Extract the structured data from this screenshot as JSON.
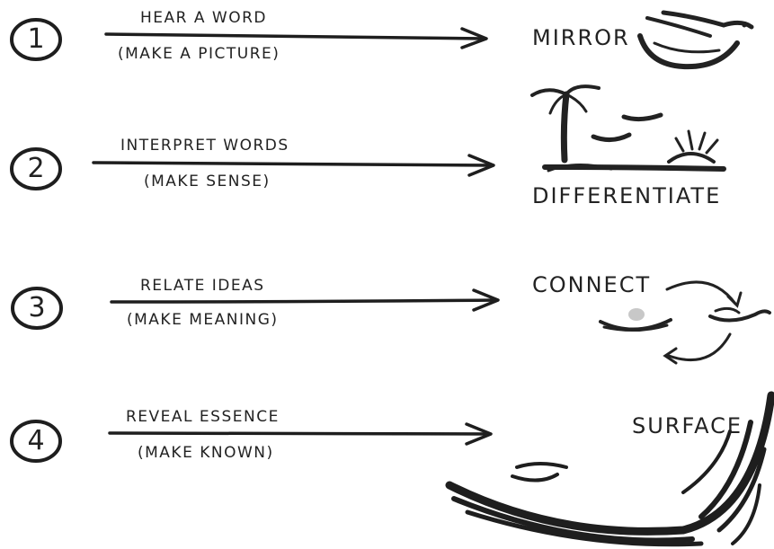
{
  "steps": [
    {
      "number": "1",
      "action": "HEAR A WORD",
      "sub": "(MAKE A PICTURE)",
      "outcome": "MIRROR",
      "icon": "bird-icon"
    },
    {
      "number": "2",
      "action": "INTERPRET WORDS",
      "sub": "(MAKE SENSE)",
      "outcome": "DIFFERENTIATE",
      "icon": "landscape-icon"
    },
    {
      "number": "3",
      "action": "RELATE IDEAS",
      "sub": "(MAKE MEANING)",
      "outcome": "CONNECT",
      "icon": "nest-cycle-icon"
    },
    {
      "number": "4",
      "action": "REVEAL ESSENCE",
      "sub": "(MAKE KNOWN)",
      "outcome": "SURFACE",
      "icon": "wave-icon"
    }
  ],
  "colors": {
    "ink": "#1e1e1e",
    "background": "#ffffff",
    "accent": "#c8c8c8"
  }
}
